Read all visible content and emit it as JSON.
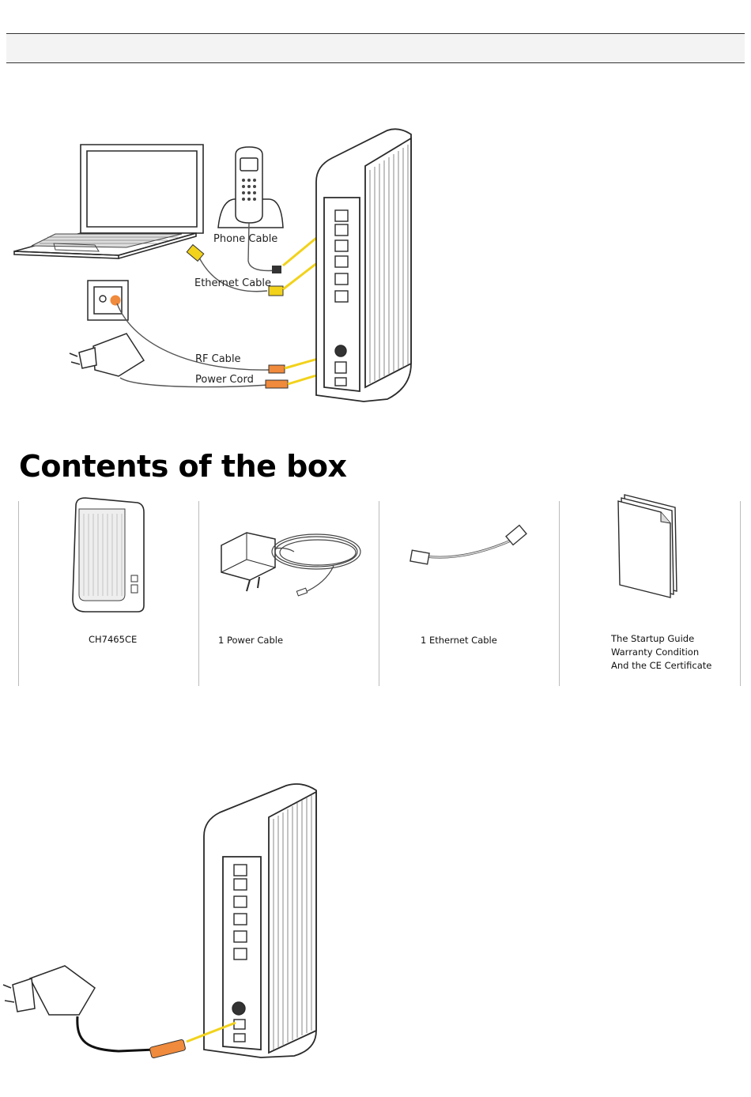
{
  "diagram_labels": {
    "phone_cable": "Phone Cable",
    "ethernet_cable": "Ethernet Cable",
    "rf_cable": "RF Cable",
    "power_cord": "Power Cord"
  },
  "contents": {
    "title": "Contents of the box",
    "items": [
      {
        "caption": "CH7465CE"
      },
      {
        "caption": "1 Power Cable"
      },
      {
        "caption": "1 Ethernet Cable"
      },
      {
        "caption_lines": [
          "The Startup Guide",
          "Warranty Condition",
          "And the CE Certificate"
        ]
      }
    ]
  },
  "colors": {
    "cable_yellow": "#f2d21b",
    "connector_orange": "#f08a3c",
    "line_dark": "#2a2a2a"
  }
}
